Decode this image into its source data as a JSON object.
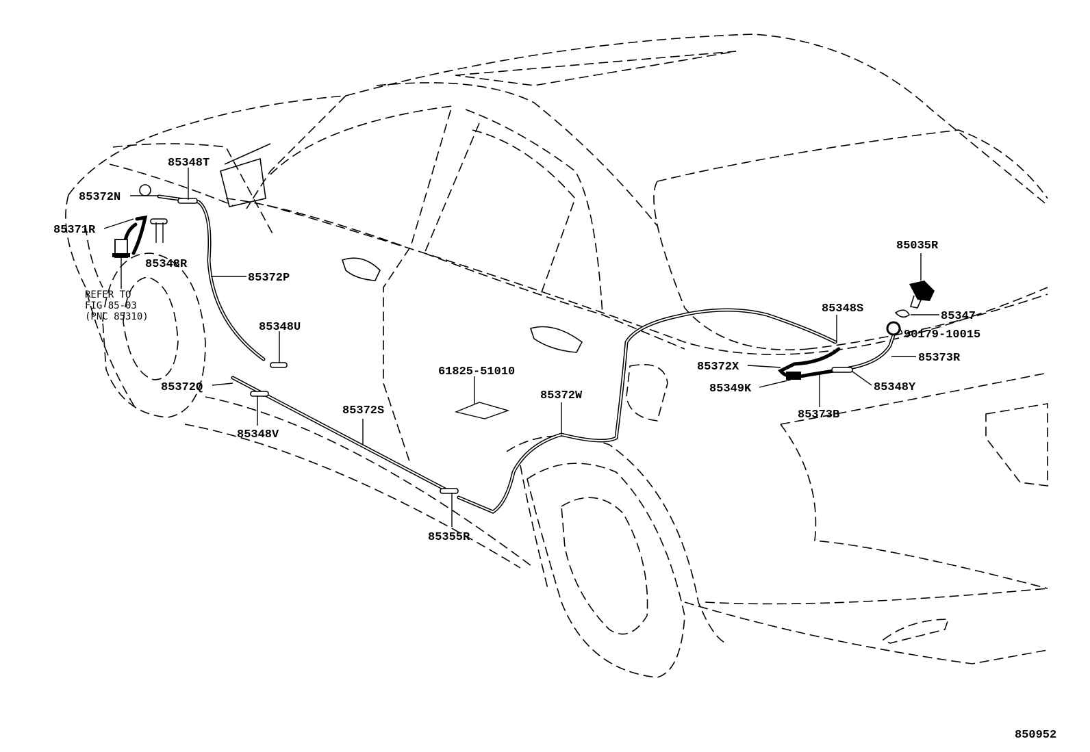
{
  "diagram": {
    "figure_number": "850952",
    "note_lines": [
      "REFER TO",
      "FIG 85-03",
      "(PNC 85310)"
    ],
    "part_labels": [
      "85348T",
      "85372N",
      "85371R",
      "85348R",
      "85372P",
      "85348U",
      "85372Q",
      "85348V",
      "85372S",
      "61825-51010",
      "85372W",
      "85355R",
      "85035R",
      "85348S",
      "85347",
      "90179-10015",
      "85372X",
      "85373R",
      "85349K",
      "85348Y",
      "85373B"
    ]
  }
}
